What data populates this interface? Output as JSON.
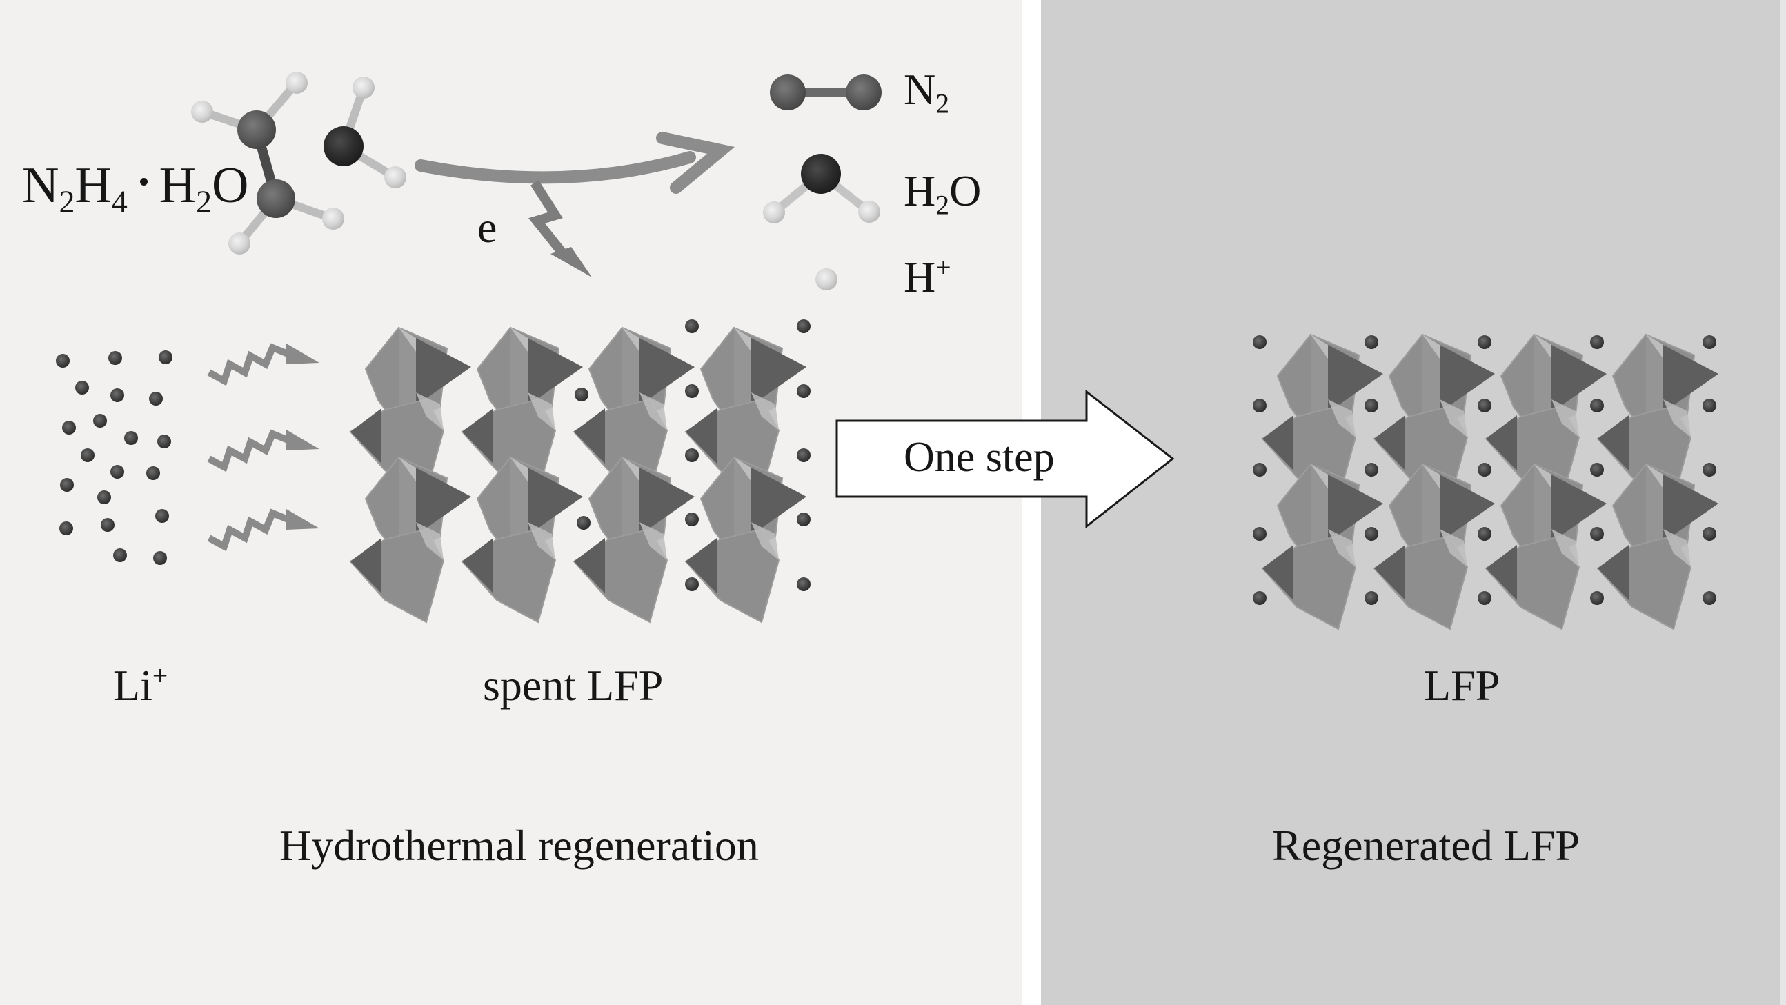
{
  "figure": {
    "panels": [
      {
        "id": "left",
        "caption": "Hydrothermal regeneration",
        "background": "#f2f1ef"
      },
      {
        "id": "right",
        "caption": "Regenerated LFP",
        "background": "#cfcfcf"
      }
    ],
    "reagent": {
      "formula_parts": [
        "N",
        "2",
        "H",
        "4",
        "H",
        "2",
        "O"
      ],
      "text": "N2H4 · H2O",
      "icon": "hydrazine-hydrate-molecule"
    },
    "electron_label": "e",
    "legend": [
      {
        "species": "N2",
        "base": "N",
        "sub": "2",
        "icon": "n2-molecule"
      },
      {
        "species": "H2O",
        "base": "H",
        "sub": "2",
        "tail": "O",
        "icon": "water-molecule"
      },
      {
        "species": "H+",
        "base": "H",
        "sup": "+",
        "icon": "proton-sphere"
      }
    ],
    "labels": {
      "lithium": {
        "base": "Li",
        "sup": "+"
      },
      "spent": "spent LFP",
      "regenerated": "LFP"
    },
    "step_arrow": {
      "label": "One step",
      "fill": "#ffffff",
      "stroke": "#1a1a1a"
    },
    "colors": {
      "text": "#161616",
      "arrow_grey": "#8c8c8c",
      "atom_dark": "#3a3a3a",
      "atom_light": "#dcdcdc",
      "polyhedron_mid": "#8e8e8e",
      "polyhedron_dark": "#5e5e5e",
      "polyhedron_light": "#bdbdbd"
    },
    "structures": {
      "spent_lfp": {
        "li_sites_filled": "partial",
        "li_count": 12
      },
      "regenerated_lfp": {
        "li_sites_filled": "full",
        "li_count": 25
      }
    },
    "free_li_ion_count": 20,
    "wavy_arrow_count": 3
  }
}
